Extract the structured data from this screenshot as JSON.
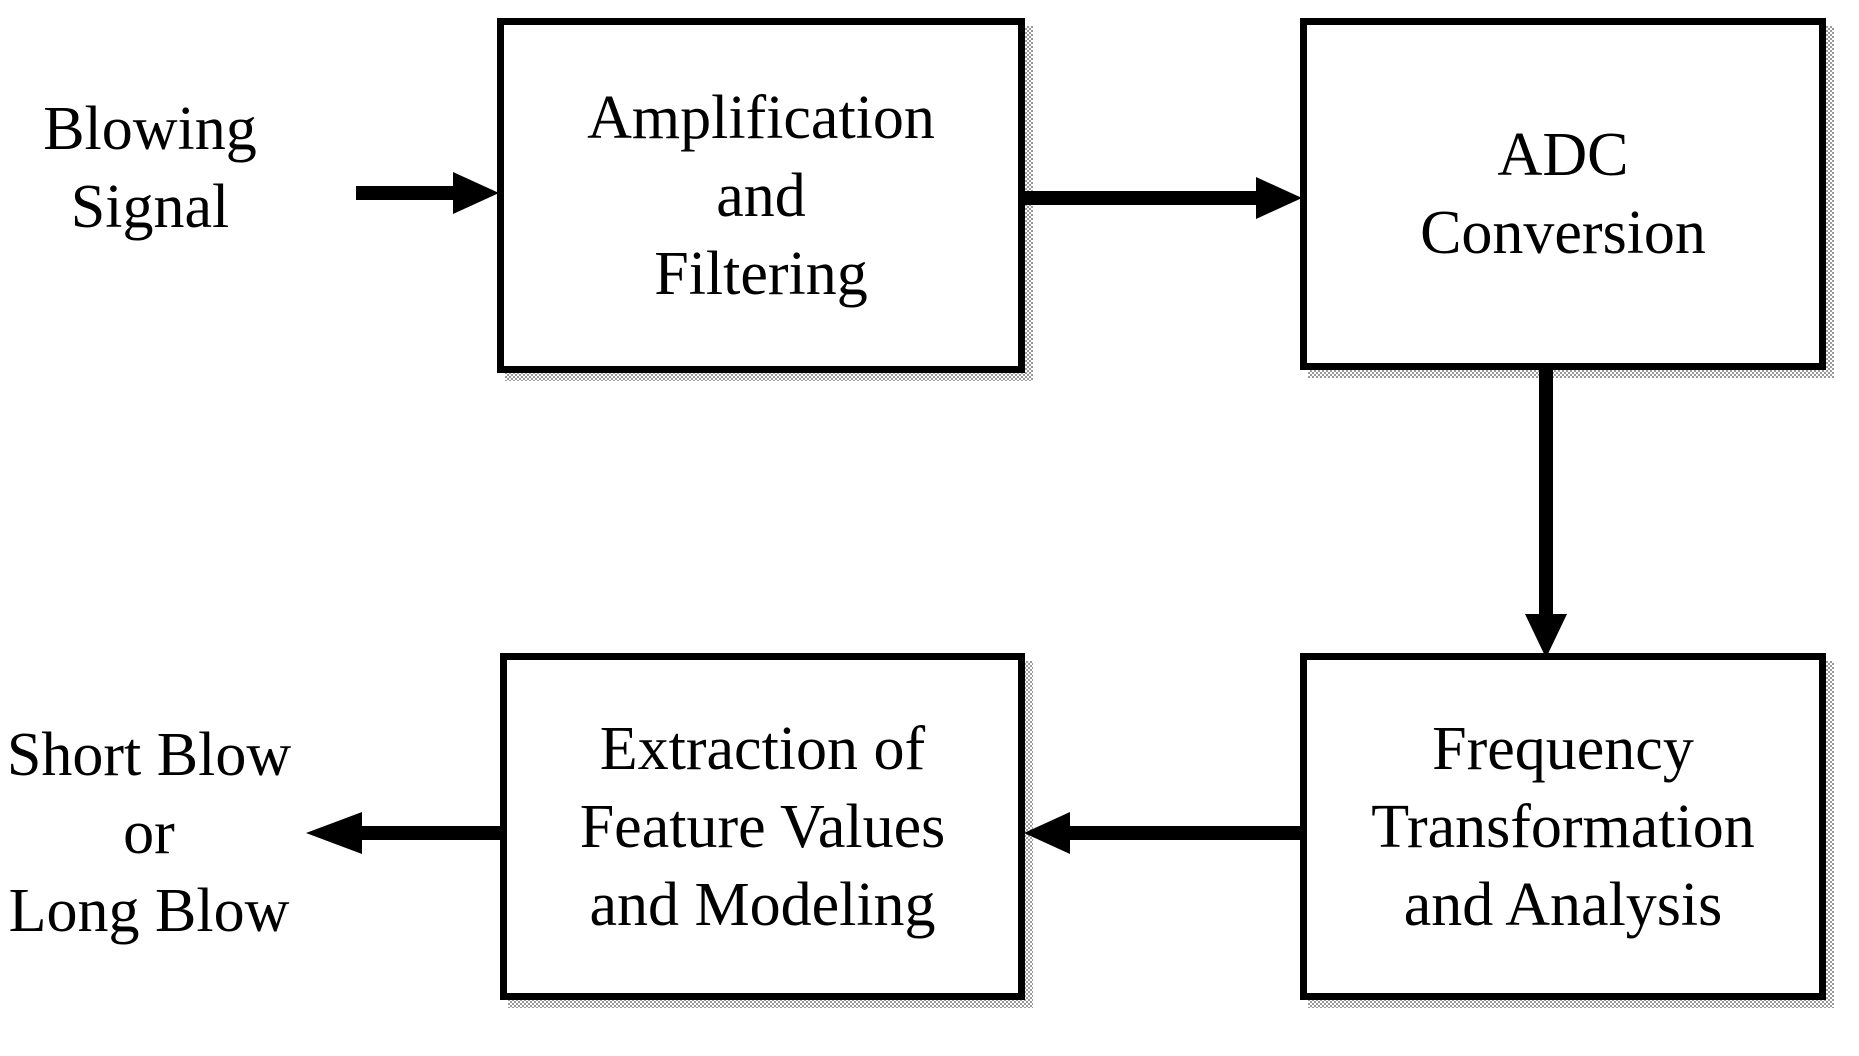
{
  "diagram": {
    "title": "Blowing signal processing block diagram",
    "background_color": "#ffffff",
    "line_color": "#000000",
    "shadow_color": "#9a9a9a",
    "labels": {
      "input": "Blowing\nSignal",
      "output": "Short Blow\nor\nLong Blow"
    },
    "nodes": [
      {
        "id": "amplification-and-filtering",
        "text": "Amplification\nand\nFiltering"
      },
      {
        "id": "adc-conversion",
        "text": "ADC\nConversion"
      },
      {
        "id": "extraction-of-feature-values-and-modeling",
        "text": "Extraction of\nFeature Values\nand Modeling"
      },
      {
        "id": "frequency-transformation-and-analysis",
        "text": "Frequency\nTransformation\nand Analysis"
      }
    ],
    "connectors": [
      {
        "id": "input-to-amplification",
        "direction": "right"
      },
      {
        "id": "amplification-to-adc",
        "direction": "right"
      },
      {
        "id": "adc-to-frequency",
        "direction": "down"
      },
      {
        "id": "frequency-to-extraction",
        "direction": "left"
      },
      {
        "id": "extraction-to-output",
        "direction": "left"
      }
    ]
  }
}
